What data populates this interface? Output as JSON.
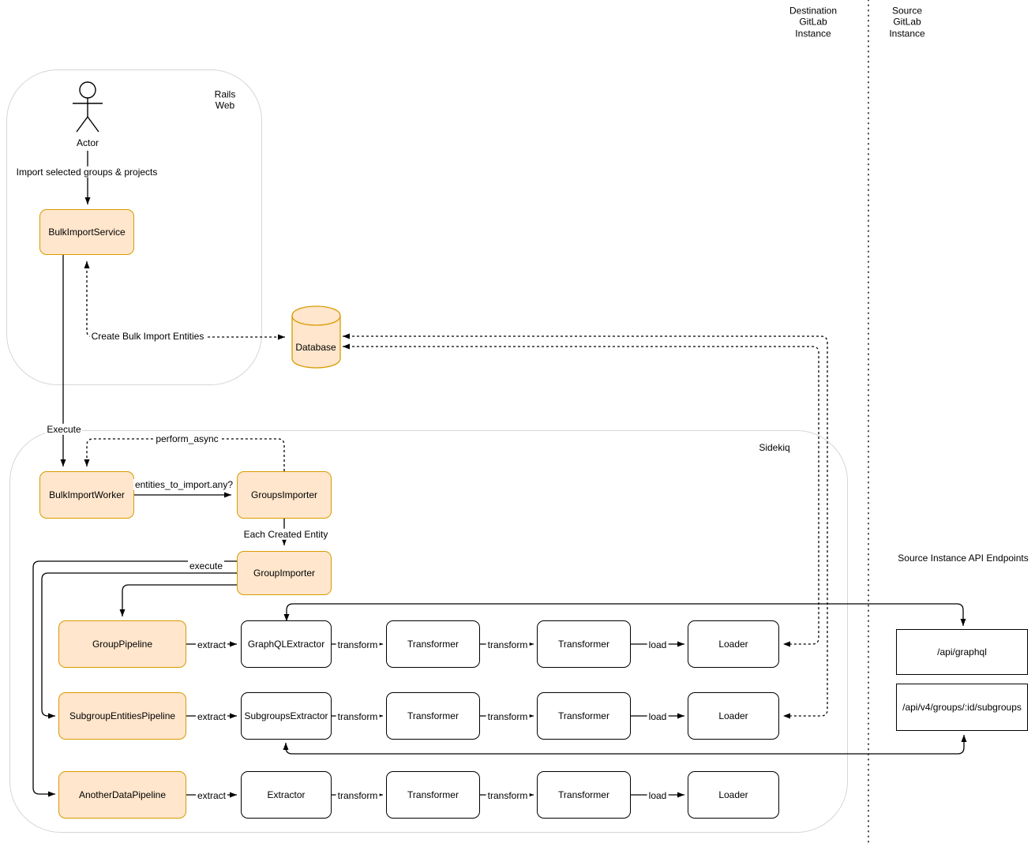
{
  "regions": {
    "destination_instance": "Destination\nGitLab\nInstance",
    "source_instance": "Source\nGitLab\nInstance",
    "rails_web": "Rails\nWeb",
    "sidekiq": "Sidekiq",
    "api_endpoints_title": "Source Instance API Endpoints"
  },
  "nodes": {
    "actor": "Actor",
    "bulk_import_service": "BulkImportService",
    "database": "Database",
    "bulk_import_worker": "BulkImportWorker",
    "groups_importer": "GroupsImporter",
    "group_importer": "GroupImporter",
    "group_pipeline": "GroupPipeline",
    "subgroup_entities_pipeline": "SubgroupEntitiesPipeline",
    "another_data_pipeline": "AnotherDataPipeline",
    "graphql_extractor": "GraphQLExtractor",
    "subgroups_extractor": "SubgroupsExtractor",
    "extractor": "Extractor",
    "transformer": "Transformer",
    "loader": "Loader",
    "api_graphql": "/api/graphql",
    "api_subgroups": "/api/v4/groups/:id/subgroups"
  },
  "edge_labels": {
    "import_selected": "Import selected groups & projects",
    "create_entities": "Create Bulk Import Entities",
    "execute": "Execute",
    "perform_async": "perform_async",
    "entities_any": "entities_to_import.any?",
    "each_entity": "Each Created Entity",
    "execute_lower": "execute",
    "extract": "extract",
    "transform": "transform",
    "load": "load"
  },
  "colors": {
    "node_fill": "#FFE6CC",
    "node_stroke": "#D79B00",
    "plain_stroke": "#000000",
    "container_stroke": "#D6D6D6",
    "text": "#000000"
  }
}
